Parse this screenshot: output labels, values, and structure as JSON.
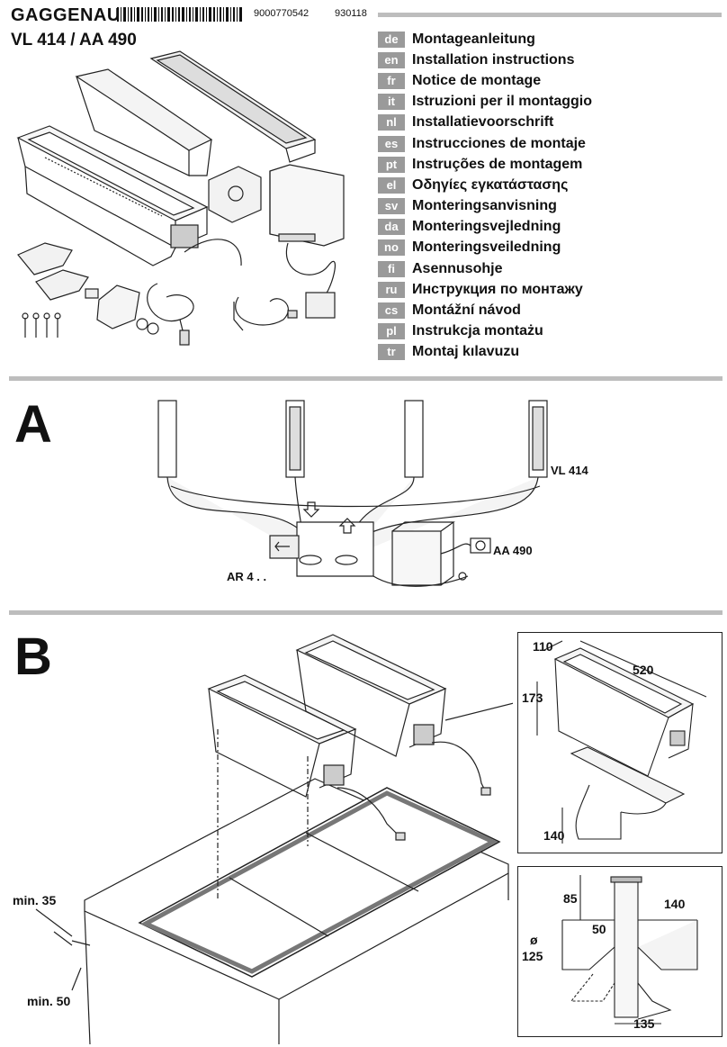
{
  "header": {
    "brand": "GAGGENAU",
    "document_number": "9000770542",
    "document_code": "930118",
    "model": "VL 414 / AA 490"
  },
  "languages": [
    {
      "code": "de",
      "title": "Montageanleitung"
    },
    {
      "code": "en",
      "title": "Installation instructions"
    },
    {
      "code": "fr",
      "title": "Notice de montage"
    },
    {
      "code": "it",
      "title": "Istruzioni per il montaggio"
    },
    {
      "code": "nl",
      "title": "Installatievoorschrift"
    },
    {
      "code": "es",
      "title": "Instrucciones de montaje"
    },
    {
      "code": "pt",
      "title": "Instruções de montagem"
    },
    {
      "code": "el",
      "title": "Οδηγίες εγκατάστασης"
    },
    {
      "code": "sv",
      "title": "Monteringsanvisning"
    },
    {
      "code": "da",
      "title": "Monteringsvejledning"
    },
    {
      "code": "no",
      "title": "Monteringsveiledning"
    },
    {
      "code": "fi",
      "title": "Asennusohje"
    },
    {
      "code": "ru",
      "title": "Инструкция по монтажу"
    },
    {
      "code": "cs",
      "title": "Montážní návod"
    },
    {
      "code": "pl",
      "title": "Instrukcja montażu"
    },
    {
      "code": "tr",
      "title": "Montaj kılavuzu"
    }
  ],
  "section_a": {
    "letter": "A",
    "label_vl": "VL 414",
    "label_aa": "AA 490",
    "label_ar": "AR 4 . ."
  },
  "section_b": {
    "letter": "B",
    "dims": {
      "width_110": "110",
      "length_520": "520",
      "height_173": "173",
      "depth_140": "140",
      "top_85": "85",
      "side_140": "140",
      "mid_50": "50",
      "diameter_symbol": "ø",
      "diameter_125": "125",
      "bottom_135": "135",
      "min_35": "min. 35",
      "min_50": "min. 50"
    }
  }
}
